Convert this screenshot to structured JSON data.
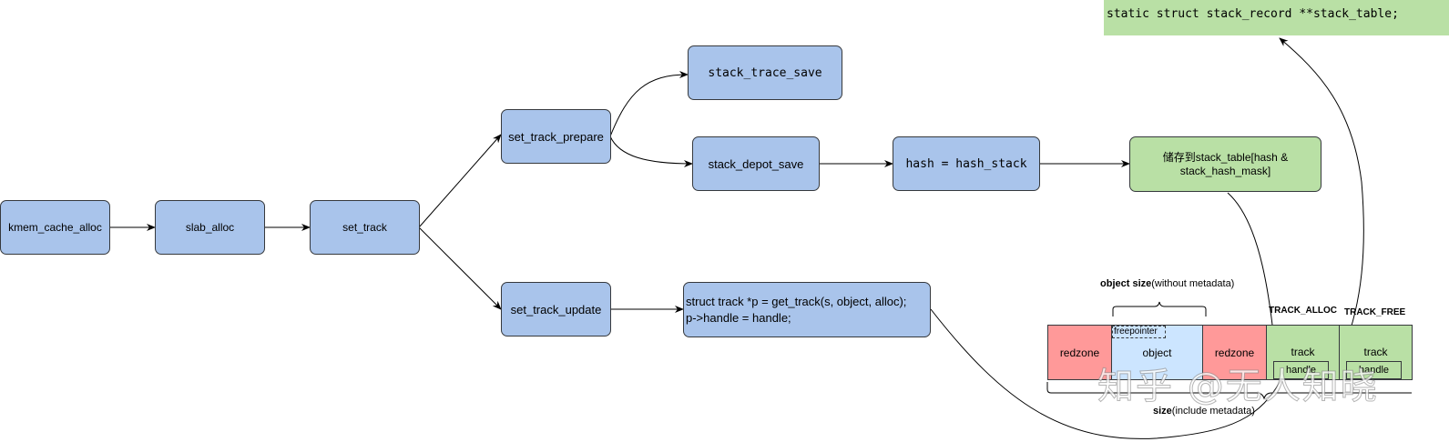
{
  "nodes": {
    "kmem_cache_alloc": "kmem_cache_alloc",
    "slab_alloc": "slab_alloc",
    "set_track": "set_track",
    "set_track_prepare": "set_track_prepare",
    "set_track_update": "set_track_update",
    "stack_trace_save": "stack_trace_save",
    "stack_depot_save": "stack_depot_save",
    "hash_stack": "hash = hash_stack",
    "store_table_line1": "储存到stack_table[hash &",
    "store_table_line2": "stack_hash_mask]",
    "get_track_line1": "struct track *p = get_track(s, object, alloc);",
    "get_track_line2": "p->handle = handle;"
  },
  "stack_table_decl": "static struct stack_record **stack_table;",
  "layout": {
    "object_size_bold": "object size",
    "object_size_rest": "(without metadata)",
    "freepointer": "freepointer",
    "cells": {
      "redzone_left": "redzone",
      "object": "object",
      "redzone_right": "redzone",
      "track_alloc": "track",
      "track_free": "track",
      "handle_alloc": "handle",
      "handle_free": "handle"
    },
    "track_alloc_label": "TRACK_ALLOC",
    "track_free_label": "TRACK_FREE",
    "size_bold": "size",
    "size_rest": "(include metadata)"
  },
  "watermark": "知乎 @无人知晓",
  "colors": {
    "blue_node": "#a9c4eb",
    "green_node": "#b9e0a5",
    "redzone": "#ff9999",
    "object": "#cce5ff"
  }
}
